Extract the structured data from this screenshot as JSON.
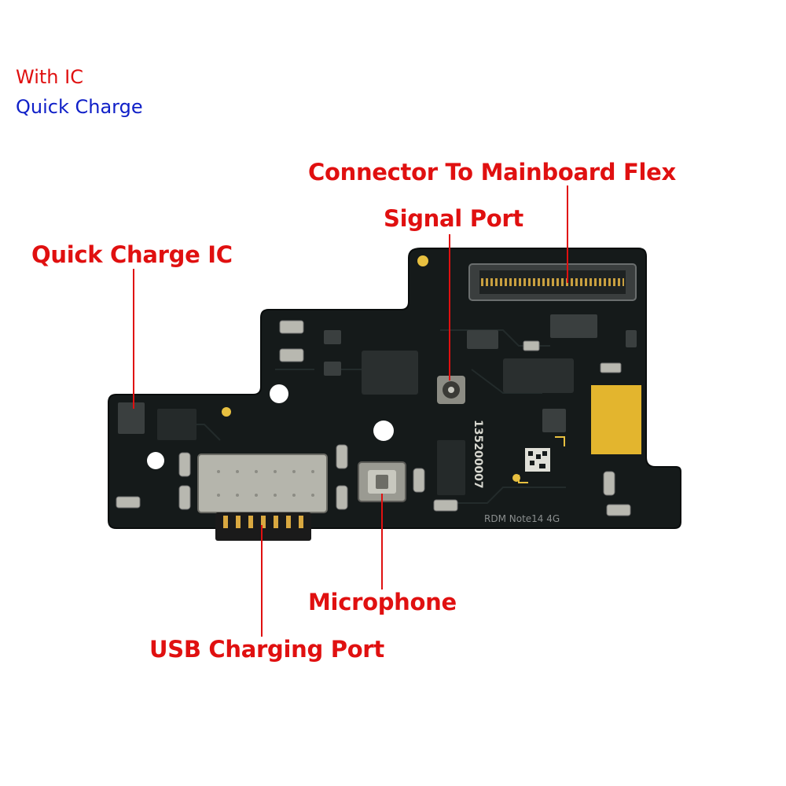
{
  "tags": {
    "with_ic": "With IC",
    "quick_charge": "Quick Charge"
  },
  "callouts": {
    "connector": "Connector To Mainboard Flex",
    "signal_port": "Signal Port",
    "quick_charge_ic": "Quick Charge IC",
    "microphone": "Microphone",
    "usb_port": "USB Charging Port"
  },
  "board_markings": {
    "serial": "135200007",
    "model": "RDM Note14 4G"
  },
  "colors": {
    "label_red": "#e01010",
    "tag_blue": "#1020c8",
    "pcb": "#151a1a",
    "gold": "#e8c040",
    "metal": "#b8b8b0"
  }
}
